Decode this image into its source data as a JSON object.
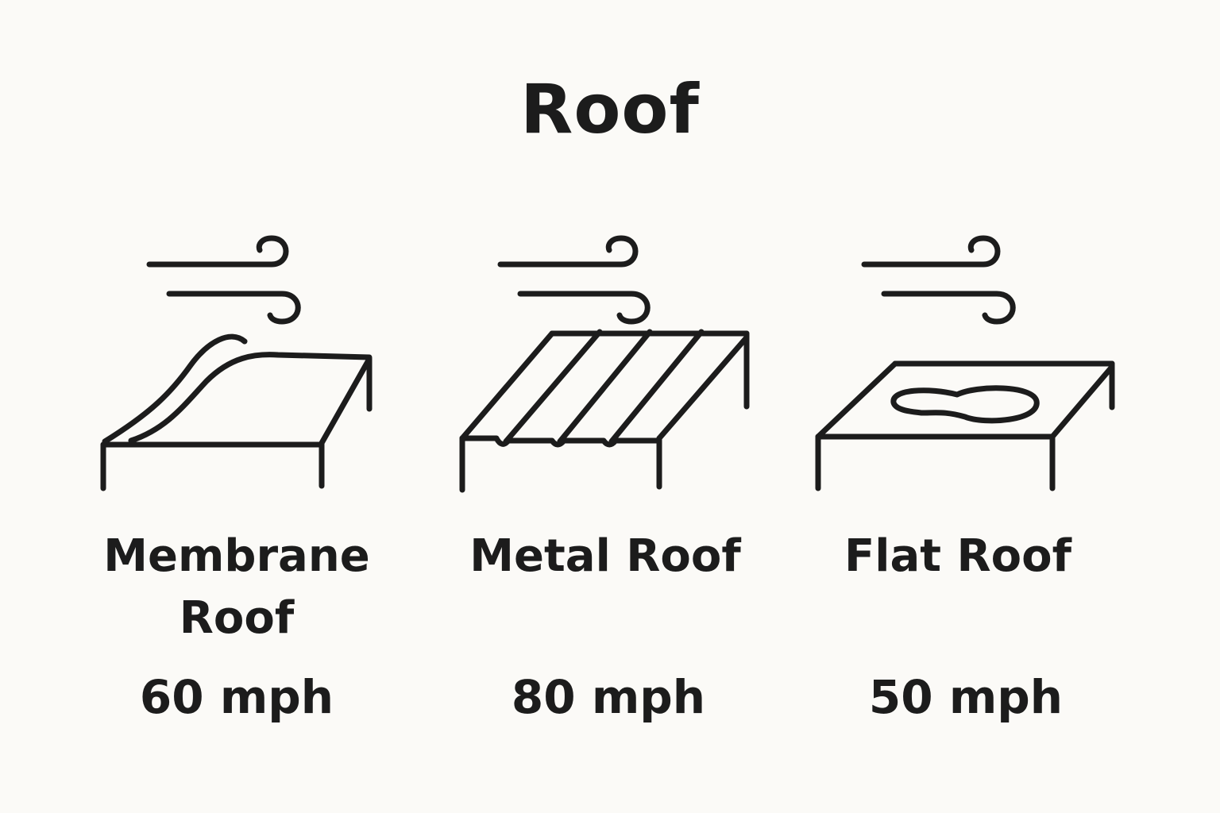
{
  "title": "Roof",
  "items": [
    {
      "label_line1": "Membrane",
      "label_line2": "Roof",
      "speed": "60 mph",
      "icon": "membrane-roof-wind-icon"
    },
    {
      "label_line1": "Metal Roof",
      "speed": "80 mph",
      "icon": "metal-roof-wind-icon"
    },
    {
      "label_line1": "Flat Roof",
      "speed": "50 mph",
      "icon": "flat-roof-wind-icon"
    }
  ]
}
